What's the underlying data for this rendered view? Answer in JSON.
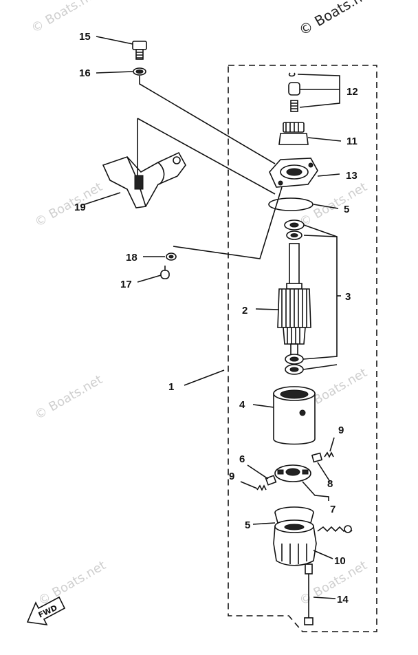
{
  "watermark": {
    "text": "© Boats.net",
    "top_right": "© Boats.ne"
  },
  "forward_arrow": {
    "label": "FWD"
  },
  "callouts": {
    "c1": "1",
    "c2": "2",
    "c3": "3",
    "c4": "4",
    "c5a": "5",
    "c5b": "5",
    "c6": "6",
    "c7": "7",
    "c8": "8",
    "c9a": "9",
    "c9b": "9",
    "c10": "10",
    "c11": "11",
    "c12": "12",
    "c13": "13",
    "c14": "14",
    "c15": "15",
    "c16": "16",
    "c17": "17",
    "c18": "18",
    "c19": "19"
  }
}
